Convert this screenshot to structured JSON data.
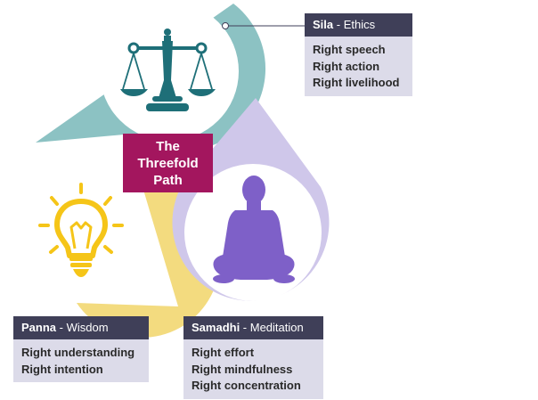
{
  "center": {
    "line1": "The",
    "line2": "Threefold",
    "line3": "Path"
  },
  "sila": {
    "name": "Sila",
    "separator": " - ",
    "meaning": "Ethics",
    "items": [
      "Right speech",
      "Right action",
      "Right livelihood"
    ]
  },
  "panna": {
    "name": "Panna",
    "separator": " - ",
    "meaning": "Wisdom",
    "items": [
      "Right understanding",
      "Right intention"
    ]
  },
  "samadhi": {
    "name": "Samadhi",
    "separator": " - ",
    "meaning": "Meditation",
    "items": [
      "Right effort",
      "Right mindfulness",
      "Right concentration"
    ]
  },
  "icons": {
    "sila": "scales-of-justice-icon",
    "panna": "lightbulb-icon",
    "samadhi": "meditating-person-icon"
  },
  "colors": {
    "sila": "#8cc2c3",
    "sila_icon": "#1e6f78",
    "panna": "#f3db7f",
    "panna_icon": "#f5c518",
    "samadhi": "#cfc7ea",
    "samadhi_icon": "#7e60c8",
    "center": "#a3165e",
    "label_header": "#3f3f58",
    "label_body": "#dcdbe9"
  }
}
